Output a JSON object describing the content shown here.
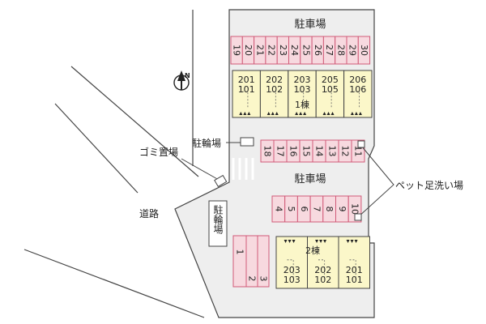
{
  "labels": {
    "parking_top": "駐車場",
    "parking_mid": "駐車場",
    "bike_parking_left": "駐輪場",
    "bike_parking_vertical": "駐輪場",
    "garbage": "ゴミ置場",
    "road": "道路",
    "pet_wash": "ペット足洗い場",
    "building1": "1棟",
    "building2": "2棟",
    "north": "N"
  },
  "parking_top_spaces": [
    "19",
    "20",
    "21",
    "22",
    "23",
    "24",
    "25",
    "26",
    "27",
    "28",
    "29",
    "30"
  ],
  "parking_mid_spaces": [
    "18",
    "17",
    "16",
    "15",
    "14",
    "13",
    "12",
    "11"
  ],
  "parking_lower_spaces": [
    "4",
    "5",
    "6",
    "7",
    "8",
    "9",
    "10"
  ],
  "parking_left_spaces": [
    "1",
    "2",
    "3"
  ],
  "building1_units": [
    {
      "top": "201",
      "bottom": "101"
    },
    {
      "top": "202",
      "bottom": "102"
    },
    {
      "top": "203",
      "bottom": "103"
    },
    {
      "top": "205",
      "bottom": "105"
    },
    {
      "top": "206",
      "bottom": "106"
    }
  ],
  "building2_units": [
    {
      "top": "203",
      "bottom": "103"
    },
    {
      "top": "202",
      "bottom": "102"
    },
    {
      "top": "201",
      "bottom": "101"
    }
  ],
  "colors": {
    "parking_fill": "#f7d9df",
    "parking_stroke": "#d05a78",
    "building_fill": "#fbf7c9",
    "site_fill": "#eeeeee",
    "line": "#444444"
  }
}
